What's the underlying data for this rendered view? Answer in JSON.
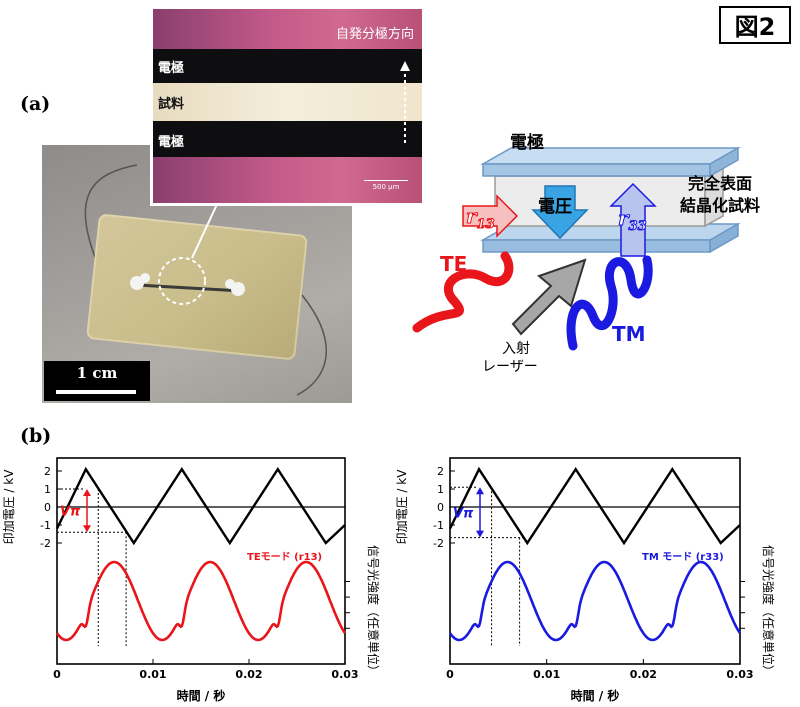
{
  "figure_tag": "図2",
  "panel_a_label": "(a)",
  "panel_b_label": "(b)",
  "photo": {
    "scale_text": "1 cm"
  },
  "micrograph": {
    "direction_label": "自発分極方向",
    "electrode_top": "電極",
    "sample": "試料",
    "electrode_bottom": "電極",
    "scale_text": "500 μm"
  },
  "schematic": {
    "electrode": "電極",
    "voltage": "電圧",
    "sample_line1": "完全表面",
    "sample_line2": "結晶化試料",
    "r13_base": "r",
    "r13_sub": "13",
    "r33_base": "r",
    "r33_sub": "33",
    "te": "TE",
    "tm": "TM",
    "incident_line1": "入射",
    "incident_line2": "レーザー"
  },
  "colors": {
    "te": "#e8161b",
    "tm": "#1a1ae0",
    "plate": "#a9c9e6",
    "arrow_voltage": "#3aa3e3"
  },
  "chart_data": [
    {
      "type": "line",
      "mode_label": "TEモード (r13)",
      "xlabel": "時間 / 秒",
      "ylabel_left": "印加電圧 / kV",
      "ylabel_right": "信号光強度（任意単位）",
      "vpi_label": "Vπ",
      "x_ticks": [
        "0",
        "0.01",
        "0.02",
        "0.03"
      ],
      "y_ticks": [
        "2",
        "1",
        "0",
        "-1",
        "-2"
      ],
      "xlim": [
        0,
        0.03
      ],
      "ylim_voltage": [
        -2.5,
        2.5
      ],
      "voltage_series": {
        "x": [
          0,
          0.003,
          0.008,
          0.013,
          0.018,
          0.023,
          0.028,
          0.03
        ],
        "y": [
          -1.2,
          2.1,
          -2.0,
          2.1,
          -2.0,
          2.1,
          -2.0,
          -1.0
        ]
      },
      "vpi_upper_kv": 1.0,
      "vpi_lower_kv": -1.4,
      "color": "#e8161b"
    },
    {
      "type": "line",
      "mode_label": "TM モード (r33)",
      "xlabel": "時間 / 秒",
      "ylabel_left": "印加電圧 / kV",
      "ylabel_right": "信号光強度（任意単位）",
      "vpi_label": "Vπ",
      "x_ticks": [
        "0",
        "0.01",
        "0.02",
        "0.03"
      ],
      "y_ticks": [
        "2",
        "1",
        "0",
        "-1",
        "-2"
      ],
      "xlim": [
        0,
        0.03
      ],
      "ylim_voltage": [
        -2.5,
        2.5
      ],
      "voltage_series": {
        "x": [
          0,
          0.003,
          0.008,
          0.013,
          0.018,
          0.023,
          0.028,
          0.03
        ],
        "y": [
          -1.2,
          2.1,
          -2.0,
          2.1,
          -2.0,
          2.1,
          -2.0,
          -1.0
        ]
      },
      "vpi_upper_kv": 1.1,
      "vpi_lower_kv": -1.7,
      "color": "#1a1ae0"
    }
  ]
}
